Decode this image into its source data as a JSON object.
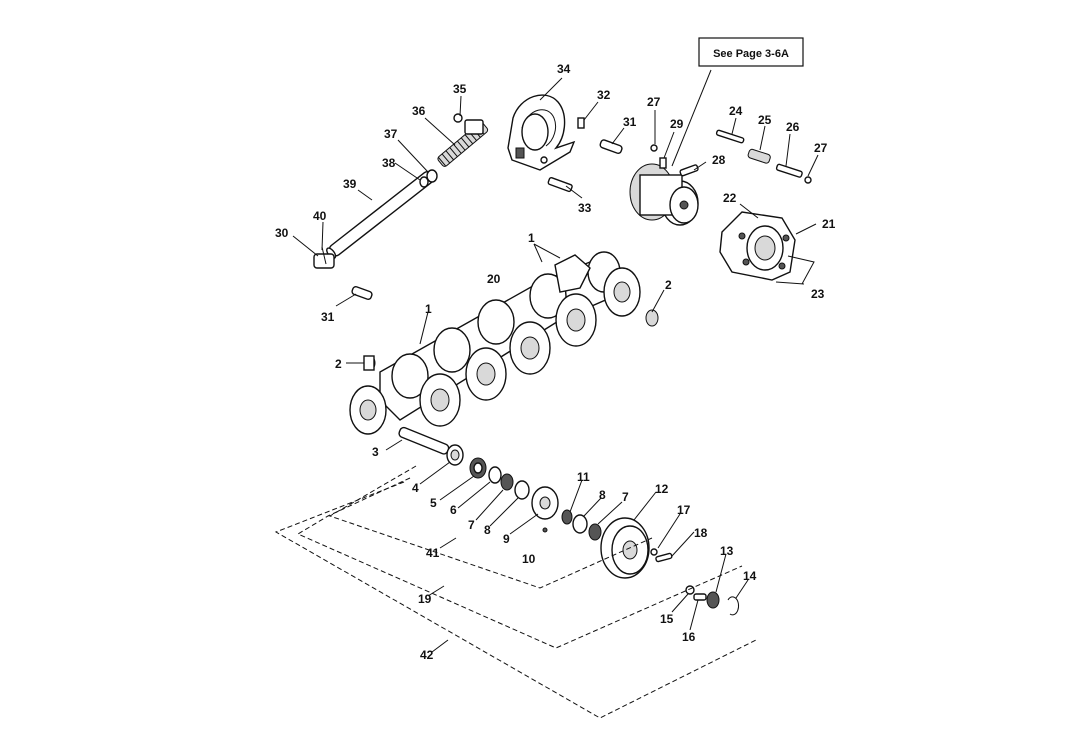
{
  "reference_box": {
    "text": "See Page 3-6A"
  },
  "callouts": [
    {
      "id": "c34",
      "text": "34"
    },
    {
      "id": "c35",
      "text": "35"
    },
    {
      "id": "c32",
      "text": "32"
    },
    {
      "id": "c27a",
      "text": "27"
    },
    {
      "id": "c31a",
      "text": "31"
    },
    {
      "id": "c29",
      "text": "29"
    },
    {
      "id": "c36",
      "text": "36"
    },
    {
      "id": "c37",
      "text": "37"
    },
    {
      "id": "c38",
      "text": "38"
    },
    {
      "id": "c39",
      "text": "39"
    },
    {
      "id": "c40",
      "text": "40"
    },
    {
      "id": "c30",
      "text": "30"
    },
    {
      "id": "c31b",
      "text": "31"
    },
    {
      "id": "c33",
      "text": "33"
    },
    {
      "id": "c28",
      "text": "28"
    },
    {
      "id": "c24",
      "text": "24"
    },
    {
      "id": "c25",
      "text": "25"
    },
    {
      "id": "c26",
      "text": "26"
    },
    {
      "id": "c27b",
      "text": "27"
    },
    {
      "id": "c22",
      "text": "22"
    },
    {
      "id": "c21",
      "text": "21"
    },
    {
      "id": "c23",
      "text": "23"
    },
    {
      "id": "c1a",
      "text": "1"
    },
    {
      "id": "c20",
      "text": "20"
    },
    {
      "id": "c2a",
      "text": "2"
    },
    {
      "id": "c1b",
      "text": "1"
    },
    {
      "id": "c2b",
      "text": "2"
    },
    {
      "id": "c3",
      "text": "3"
    },
    {
      "id": "c4",
      "text": "4"
    },
    {
      "id": "c5",
      "text": "5"
    },
    {
      "id": "c6",
      "text": "6"
    },
    {
      "id": "c7a",
      "text": "7"
    },
    {
      "id": "c8a",
      "text": "8"
    },
    {
      "id": "c9",
      "text": "9"
    },
    {
      "id": "c10",
      "text": "10"
    },
    {
      "id": "c11",
      "text": "11"
    },
    {
      "id": "c8b",
      "text": "8"
    },
    {
      "id": "c7b",
      "text": "7"
    },
    {
      "id": "c12",
      "text": "12"
    },
    {
      "id": "c17",
      "text": "17"
    },
    {
      "id": "c18",
      "text": "18"
    },
    {
      "id": "c13",
      "text": "13"
    },
    {
      "id": "c14",
      "text": "14"
    },
    {
      "id": "c15",
      "text": "15"
    },
    {
      "id": "c16",
      "text": "16"
    },
    {
      "id": "c41",
      "text": "41"
    },
    {
      "id": "c19",
      "text": "19"
    },
    {
      "id": "c42",
      "text": "42"
    }
  ]
}
